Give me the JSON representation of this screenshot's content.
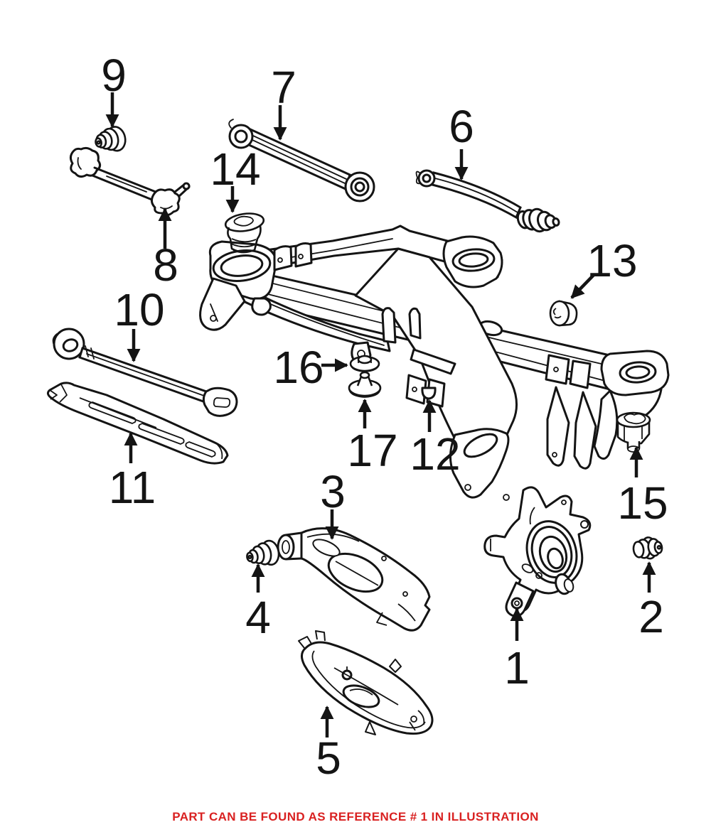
{
  "illustration": {
    "caption": "PART CAN BE FOUND AS REFERENCE # 1 IN ILLUSTRATION",
    "highlighted_reference": "1",
    "colors": {
      "line": "#141414",
      "background": "#ffffff",
      "caption_red": "#d92121"
    },
    "labels": [
      {
        "ref": "1"
      },
      {
        "ref": "2"
      },
      {
        "ref": "3"
      },
      {
        "ref": "4"
      },
      {
        "ref": "5"
      },
      {
        "ref": "6"
      },
      {
        "ref": "7"
      },
      {
        "ref": "8"
      },
      {
        "ref": "9"
      },
      {
        "ref": "10"
      },
      {
        "ref": "11"
      },
      {
        "ref": "12"
      },
      {
        "ref": "13"
      },
      {
        "ref": "14"
      },
      {
        "ref": "15"
      },
      {
        "ref": "16"
      },
      {
        "ref": "17"
      }
    ]
  }
}
